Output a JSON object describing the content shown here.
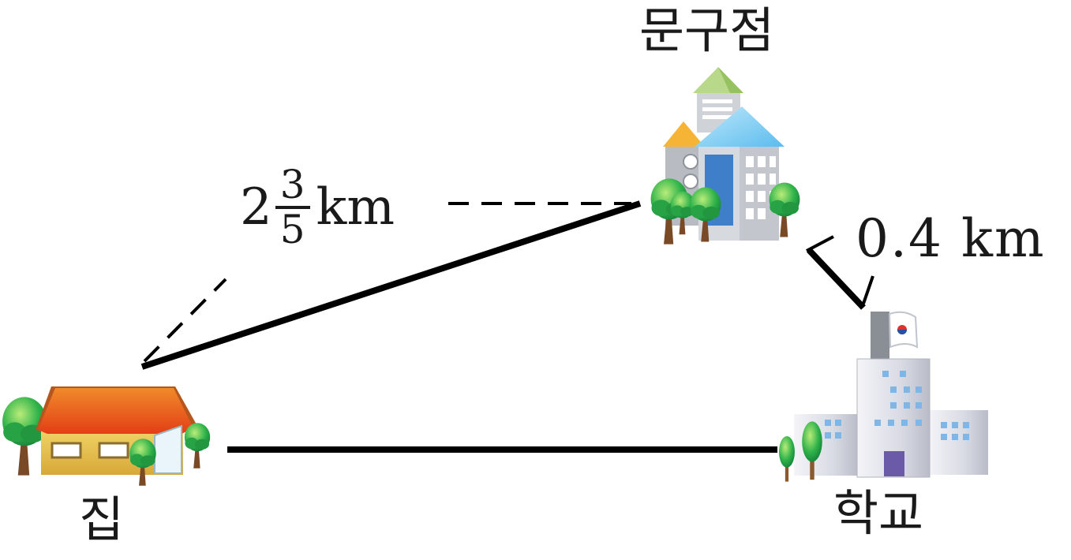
{
  "places": {
    "home": "집",
    "stationery": "문구점",
    "school": "학교"
  },
  "distances": {
    "home_to_stationery": {
      "whole": "2",
      "numerator": "3",
      "denominator": "5",
      "unit": "km"
    },
    "stationery_to_school": {
      "value": "0.4",
      "unit": "km"
    }
  },
  "icons": [
    "house-icon",
    "building-icon",
    "school-icon",
    "tree-icon",
    "flag-icon"
  ],
  "colors": {
    "route_line": "#000000",
    "house_roof": "#e8561e",
    "house_wall": "#e9c24a",
    "building_roof": "#7fd0f5",
    "tower_roof": "#b9d98a",
    "tree": "#2fb34a"
  }
}
